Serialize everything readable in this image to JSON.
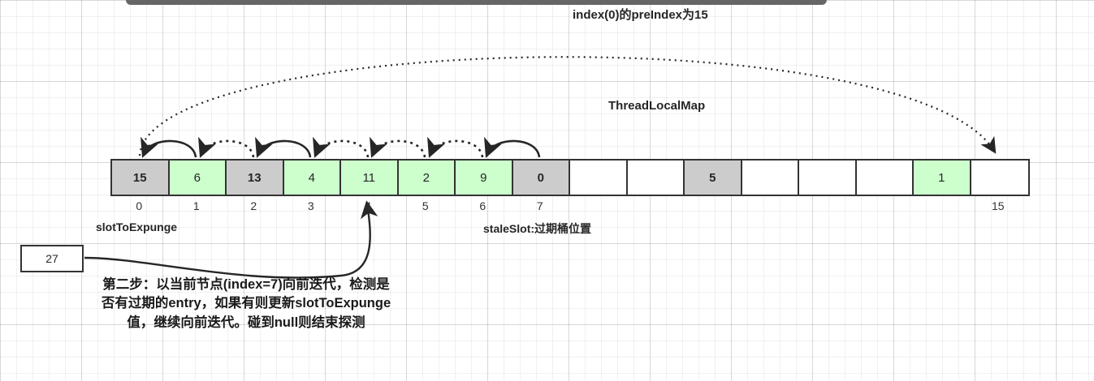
{
  "diagram": {
    "title_note": "index(0)的preIndex为15",
    "map_label": "ThreadLocalMap",
    "slot_to_expunge_label": "slotToExpunge",
    "stale_slot_label": "staleSlot:过期桶位置",
    "side_box_value": "27",
    "caption": "第二步：以当前节点(index=7)向前迭代，检测是否有过期的entry，如果有则更新slotToExpunge值，继续向前迭代。碰到null则结束探测",
    "colors": {
      "stale_gray": "#cccccc",
      "active_green": "#ccffcc",
      "empty_white": "#ffffff",
      "stroke": "#333333",
      "topbar": "#666666"
    },
    "array": {
      "size": 16,
      "cells": [
        {
          "index": "0",
          "value": "15",
          "state": "gray"
        },
        {
          "index": "1",
          "value": "6",
          "state": "green"
        },
        {
          "index": "2",
          "value": "13",
          "state": "gray"
        },
        {
          "index": "3",
          "value": "4",
          "state": "green"
        },
        {
          "index": "4",
          "value": "11",
          "state": "green"
        },
        {
          "index": "5",
          "value": "2",
          "state": "green"
        },
        {
          "index": "6",
          "value": "9",
          "state": "green"
        },
        {
          "index": "7",
          "value": "0",
          "state": "gray"
        },
        {
          "index": "8",
          "value": "",
          "state": "empty"
        },
        {
          "index": "9",
          "value": "",
          "state": "empty"
        },
        {
          "index": "10",
          "value": "5",
          "state": "gray"
        },
        {
          "index": "11",
          "value": "",
          "state": "empty"
        },
        {
          "index": "12",
          "value": "",
          "state": "empty"
        },
        {
          "index": "13",
          "value": "",
          "state": "empty"
        },
        {
          "index": "14",
          "value": "1",
          "state": "green"
        },
        {
          "index": "15",
          "value": "",
          "state": "empty"
        }
      ],
      "visible_index_labels": [
        "0",
        "1",
        "2",
        "3",
        "4",
        "5",
        "6",
        "7",
        "",
        "",
        "",
        "",
        "",
        "",
        "",
        "15"
      ]
    },
    "arcs": [
      {
        "from": 1,
        "to": 0,
        "style": "solid"
      },
      {
        "from": 2,
        "to": 1,
        "style": "dotted"
      },
      {
        "from": 3,
        "to": 2,
        "style": "solid"
      },
      {
        "from": 4,
        "to": 3,
        "style": "dotted"
      },
      {
        "from": 5,
        "to": 4,
        "style": "dotted"
      },
      {
        "from": 6,
        "to": 5,
        "style": "dotted"
      },
      {
        "from": 7,
        "to": 6,
        "style": "solid"
      },
      {
        "from": 0,
        "to": 15,
        "style": "dotted"
      }
    ],
    "pointer_arrow": {
      "target_index": 4,
      "from": "caption-box"
    }
  }
}
